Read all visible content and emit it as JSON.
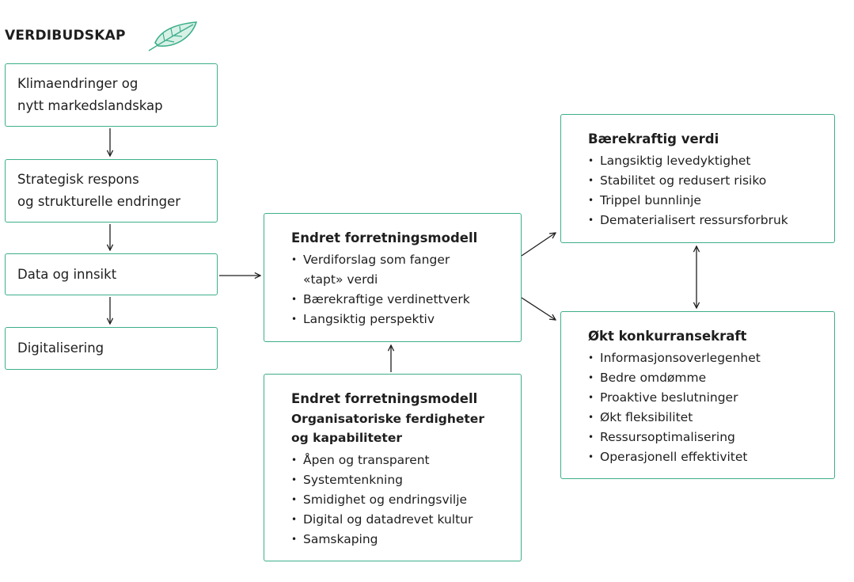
{
  "header": {
    "title": "VERDIBUDSKAP",
    "icon": "leaf-icon"
  },
  "colors": {
    "accent": "#3dae8b",
    "text": "#1e1e1e",
    "arrow": "#1e1e1e"
  },
  "left_column": {
    "box1": {
      "line1": "Klimaendringer og",
      "line2": "nytt markedslandskap"
    },
    "box2": {
      "line1": "Strategisk respons",
      "line2": "og strukturelle endringer"
    },
    "box3": {
      "label": "Data og innsikt"
    },
    "box4": {
      "label": "Digitalisering"
    }
  },
  "center_top": {
    "heading": "Endret forretningsmodell",
    "items": [
      {
        "line1": "Verdiforslag som fanger",
        "line2": "«tapt» verdi"
      },
      {
        "line1": "Bærekraftige verdinettverk"
      },
      {
        "line1": "Langsiktig perspektiv"
      }
    ]
  },
  "center_bottom": {
    "heading": "Endret forretningsmodell",
    "subheading_line1": "Organisatoriske ferdigheter",
    "subheading_line2": "og kapabiliteter",
    "items": [
      "Åpen og transparent",
      "Systemtenkning",
      "Smidighet og endringsvilje",
      "Digital og datadrevet kultur",
      "Samskaping"
    ]
  },
  "right_top": {
    "heading": "Bærekraftig verdi",
    "items": [
      "Langsiktig levedyktighet",
      "Stabilitet og redusert risiko",
      "Trippel bunnlinje",
      "Dematerialisert ressursforbruk"
    ]
  },
  "right_bottom": {
    "heading": "Økt konkurransekraft",
    "items": [
      "Informasjonsoverlegenhet",
      "Bedre omdømme",
      "Proaktive beslutninger",
      "Økt fleksibilitet",
      "Ressursoptimalisering",
      "Operasjonell effektivitet"
    ]
  }
}
